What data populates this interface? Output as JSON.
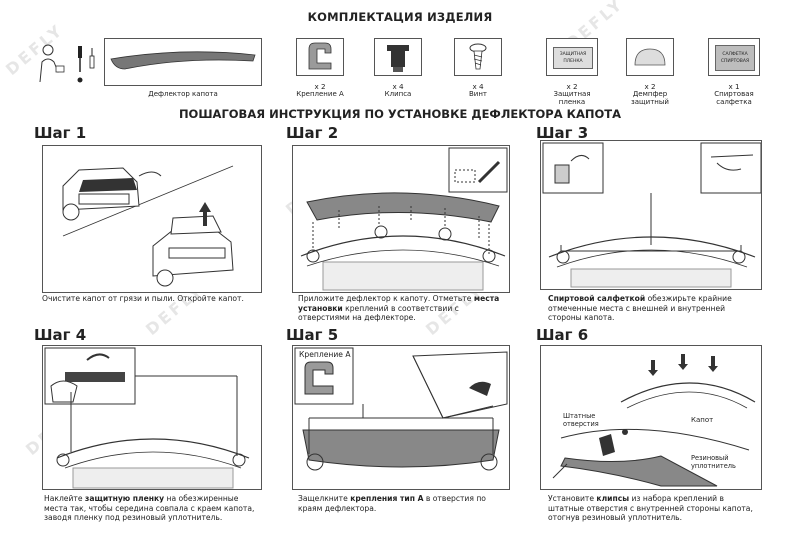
{
  "titles": {
    "kit": "КОМПЛЕКТАЦИЯ ИЗДЕЛИЯ",
    "instructions": "ПОШАГОВАЯ ИНСТРУКЦИЯ ПО УСТАНОВКЕ ДЕФЛЕКТОРА КАПОТА"
  },
  "kit": [
    {
      "label": "Дефлектор капота",
      "qty": ""
    },
    {
      "label": "Крепление А",
      "qty": "x 2"
    },
    {
      "label": "Клипса",
      "qty": "x 4"
    },
    {
      "label": "Винт",
      "qty": "x 4"
    },
    {
      "label": "Защитная пленка",
      "qty": "x 2",
      "inner": "ЗАЩИТНАЯ ПЛЕНКА"
    },
    {
      "label": "Демпфер защитный",
      "qty": "x 2"
    },
    {
      "label": "Спиртовая салфетка",
      "qty": "x 1",
      "inner": "САЛФЕТКА СПИРТОВАЯ"
    }
  ],
  "steps": [
    {
      "title": "Шаг 1",
      "text": [
        {
          "t": "Очистите капот от грязи и пыли. Откройте капот.",
          "b": false
        }
      ]
    },
    {
      "title": "Шаг 2",
      "text": [
        {
          "t": "Приложите дефлектор к капоту. Отметьте ",
          "b": false
        },
        {
          "t": "места установки",
          "b": true
        },
        {
          "t": " креплений в соответствии с отверстиями на дефлекторе.",
          "b": false
        }
      ]
    },
    {
      "title": "Шаг 3",
      "text": [
        {
          "t": "Спиртовой салфеткой",
          "b": true
        },
        {
          "t": " обезжирьте крайние отмеченные места с внешней и внутренней стороны капота.",
          "b": false
        }
      ]
    },
    {
      "title": "Шаг 4",
      "text": [
        {
          "t": "Наклейте ",
          "b": false
        },
        {
          "t": "защитную пленку",
          "b": true
        },
        {
          "t": " на обезжиренные места так, чтобы середина совпала с краем капота, заводя пленку под резиновый уплотнитель.",
          "b": false
        }
      ]
    },
    {
      "title": "Шаг 5",
      "text": [
        {
          "t": "Защелкните ",
          "b": false
        },
        {
          "t": "крепления тип А",
          "b": true
        },
        {
          "t": " в отверстия по краям дефлектора.",
          "b": false
        }
      ]
    },
    {
      "title": "Шаг 6",
      "text": [
        {
          "t": "Установите ",
          "b": false
        },
        {
          "t": "клипсы",
          "b": true
        },
        {
          "t": " из набора креплений в штатные отверстия с внутренней стороны капота, отогнув резиновый уплотнитель.",
          "b": false
        }
      ]
    }
  ],
  "step5_label": "Крепление А",
  "step6_labels": {
    "holes": "Штатные отверстия",
    "hood": "Капот",
    "seal": "Резиновый уплотнитель"
  },
  "watermark": "DEFLY"
}
